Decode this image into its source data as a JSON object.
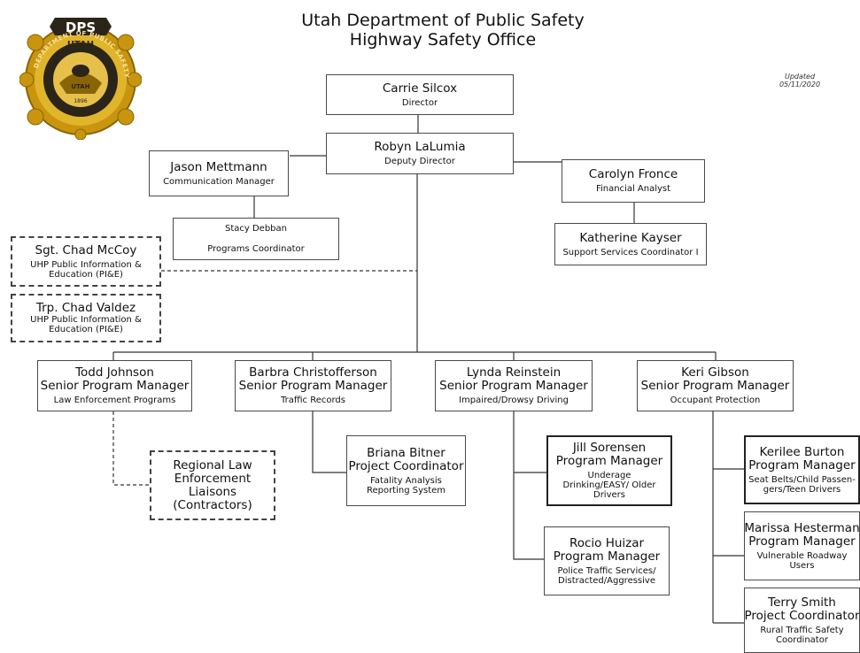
{
  "header": {
    "title_line1": "Utah Department of Public Safety",
    "title_line2": "Highway Safety Office",
    "updated_label": "Updated",
    "updated_date": "05/11/2020"
  },
  "seal": {
    "top_text": "DPS",
    "state_text": "UTAH",
    "ring_text": "DEPARTMENT OF PUBLIC SAFETY",
    "inner_text": "UTAH",
    "year": "1896",
    "gold": "#d4a017",
    "dark": "#2b2418"
  },
  "colors": {
    "line": "#333333",
    "border": "#4a4a4a"
  },
  "nodes": {
    "director": {
      "name": "Carrie Silcox",
      "title": "Director"
    },
    "deputy": {
      "name": "Robyn LaLumia",
      "title": "Deputy Director"
    },
    "comm": {
      "name": "Jason Mettmann",
      "title": "Communication Manager"
    },
    "stacy": {
      "name": "Stacy Debban",
      "title": "Programs Coordinator"
    },
    "carolyn": {
      "name": "Carolyn Fronce",
      "title": "Financial Analyst"
    },
    "katherine": {
      "name": "Katherine Kayser",
      "title": "Support Services Coordinator I"
    },
    "mccoy": {
      "name": "Sgt. Chad McCoy",
      "title": "UHP Public Information & Education (PI&E)"
    },
    "valdez": {
      "name": "Trp. Chad Valdez",
      "title": "UHP Public Information & Education (PI&E)"
    },
    "todd": {
      "name": "Todd Johnson",
      "role": "Senior Program Manager",
      "title": "Law Enforcement Programs"
    },
    "barbra": {
      "name": "Barbra Christofferson",
      "role": "Senior Program Manager",
      "title": "Traffic Records"
    },
    "lynda": {
      "name": "Lynda Reinstein",
      "role": "Senior Program Manager",
      "title": "Impaired/Drowsy Driving"
    },
    "keri": {
      "name": "Keri Gibson",
      "role": "Senior Program Manager",
      "title": "Occupant Protection"
    },
    "regional": {
      "text": "Regional Law Enforcement Liaisons (Contractors)"
    },
    "briana": {
      "name": "Briana Bitner",
      "role": "Project Coordinator",
      "title": "Fatality Analysis Reporting System"
    },
    "jill": {
      "name": "Jill Sorensen",
      "role": "Program Manager",
      "title": "Underage Drinking/EASY/ Older Drivers"
    },
    "rocio": {
      "name": "Rocio Huizar",
      "role": "Program Manager",
      "title": "Police Traffic Services/ Distracted/Aggressive"
    },
    "kerilee": {
      "name": "Kerilee Burton",
      "role": "Program Manager",
      "title": "Seat Belts/Child Passen- gers/Teen Drivers"
    },
    "marissa": {
      "name": "Marissa Hesterman",
      "role": "Program Manager",
      "title": "Vulnerable Roadway Users"
    },
    "terry": {
      "name": "Terry Smith",
      "role": "Project Coordinator",
      "title": "Rural Traffic Safety Coordinator"
    }
  }
}
